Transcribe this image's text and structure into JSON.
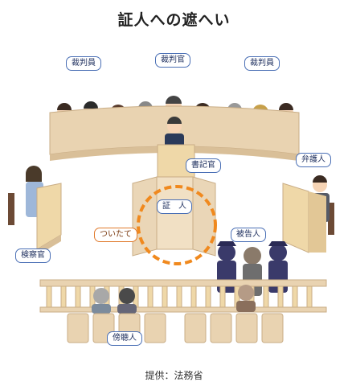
{
  "title": "証人への遮へい",
  "labels": {
    "judge_left": "裁判員",
    "judge_center": "裁判官",
    "judge_right": "裁判員",
    "clerk": "書記官",
    "defense": "弁護人",
    "prosecutor": "検察官",
    "witness": "証　人",
    "screen": "ついたて",
    "defendant": "被告人",
    "gallery": "傍聴人"
  },
  "credit": "提供：法務省",
  "colors": {
    "tag_border": "#4a6fb5",
    "screen_circle": "#f0891e",
    "bench": "#e9d3b1",
    "desk": "#efd8a8"
  }
}
